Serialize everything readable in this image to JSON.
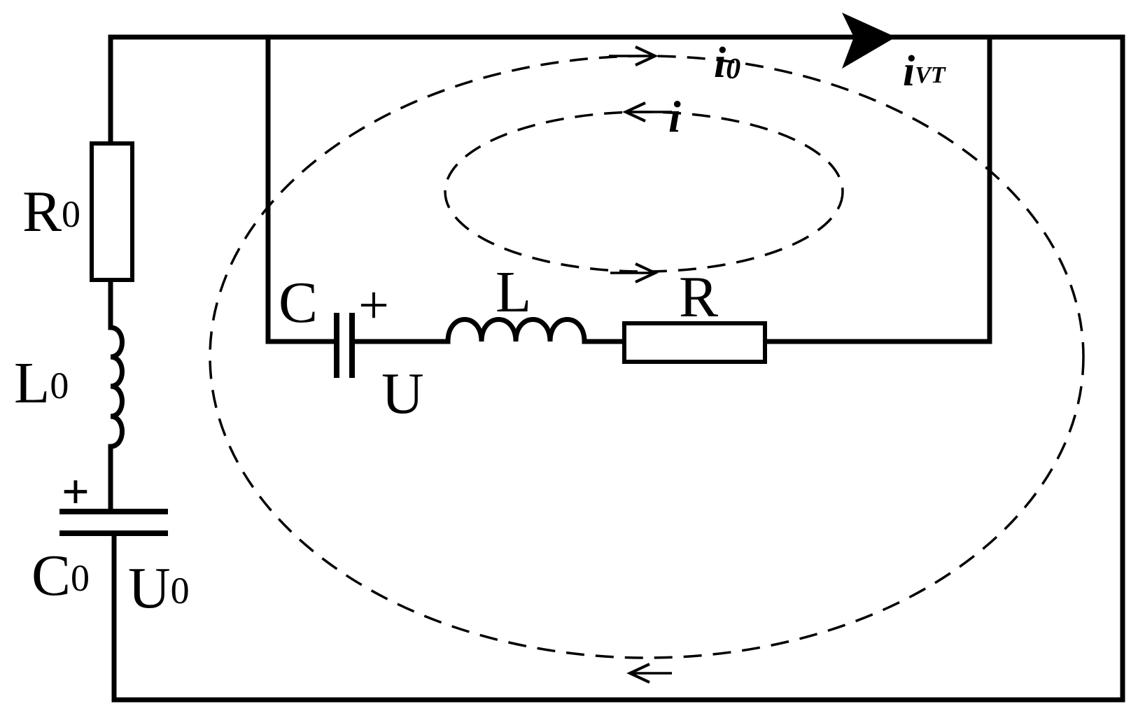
{
  "diagram": {
    "labels": {
      "R0_main": "R",
      "R0_sub": "0",
      "L0_main": "L",
      "L0_sub": "0",
      "C0_main": "C",
      "C0_sub": "0",
      "U0_main": "U",
      "U0_sub": "0",
      "C0_plus": "+",
      "C": "C",
      "C_plus": "+",
      "U": "U",
      "L": "L",
      "R": "R",
      "i0_main": "i",
      "i0_sub": "0",
      "iVT_main": "i",
      "iVT_sub": "VT",
      "i": "i"
    }
  }
}
